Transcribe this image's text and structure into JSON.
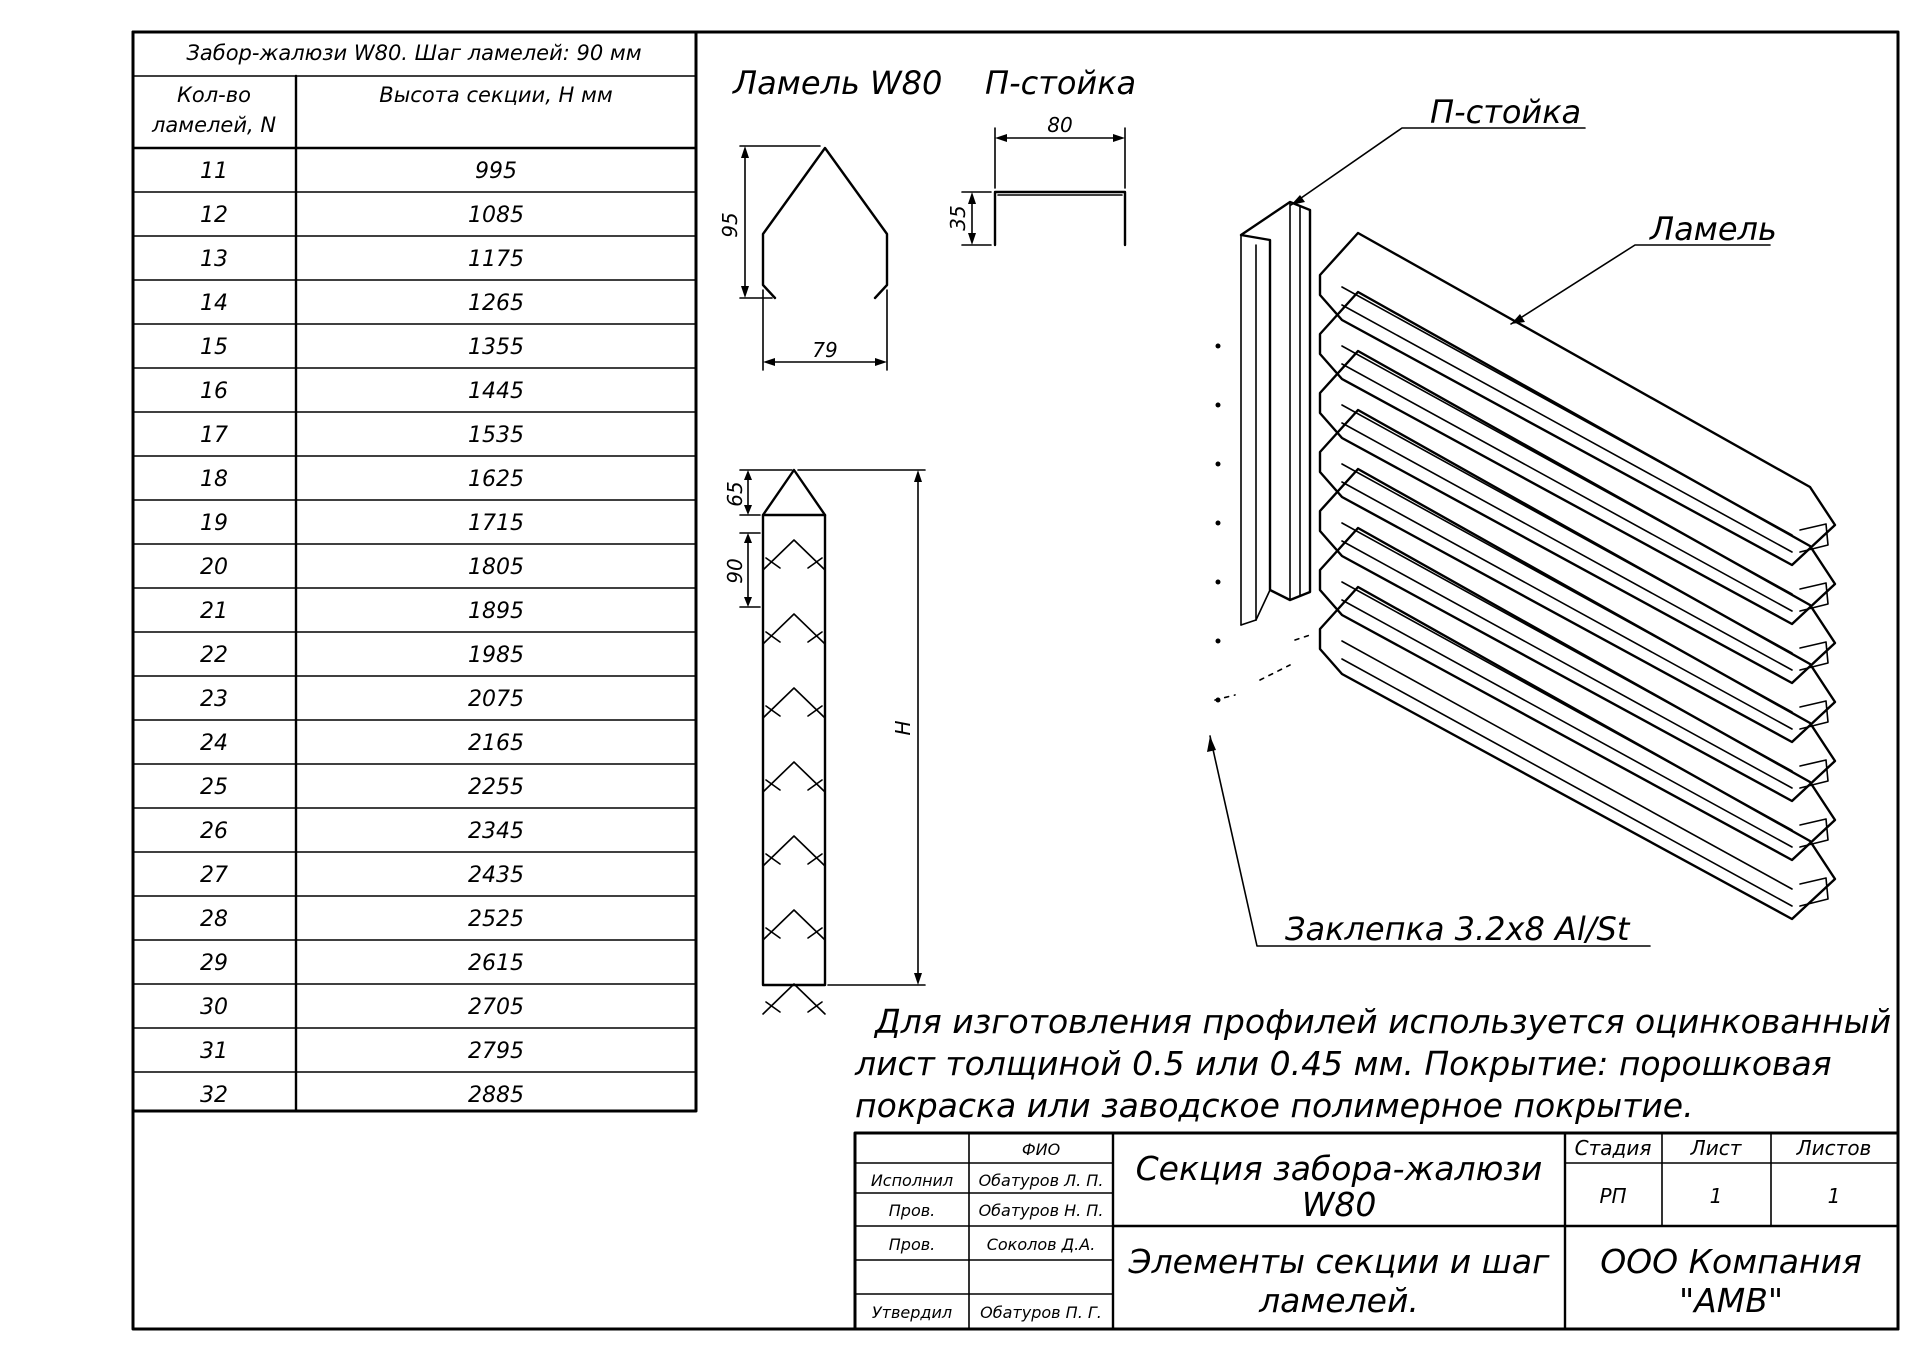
{
  "table": {
    "title": "Забор-жалюзи W80. Шаг ламелей: 90 мм",
    "col_count": "Кол-во",
    "col_count2": "ламелей, N",
    "col_height": "Высота секции, Н мм",
    "rows": [
      {
        "n": "11",
        "h": "995"
      },
      {
        "n": "12",
        "h": "1085"
      },
      {
        "n": "13",
        "h": "1175"
      },
      {
        "n": "14",
        "h": "1265"
      },
      {
        "n": "15",
        "h": "1355"
      },
      {
        "n": "16",
        "h": "1445"
      },
      {
        "n": "17",
        "h": "1535"
      },
      {
        "n": "18",
        "h": "1625"
      },
      {
        "n": "19",
        "h": "1715"
      },
      {
        "n": "20",
        "h": "1805"
      },
      {
        "n": "21",
        "h": "1895"
      },
      {
        "n": "22",
        "h": "1985"
      },
      {
        "n": "23",
        "h": "2075"
      },
      {
        "n": "24",
        "h": "2165"
      },
      {
        "n": "25",
        "h": "2255"
      },
      {
        "n": "26",
        "h": "2345"
      },
      {
        "n": "27",
        "h": "2435"
      },
      {
        "n": "28",
        "h": "2525"
      },
      {
        "n": "29",
        "h": "2615"
      },
      {
        "n": "30",
        "h": "2705"
      },
      {
        "n": "31",
        "h": "2795"
      },
      {
        "n": "32",
        "h": "2885"
      }
    ]
  },
  "profiles": {
    "lamel_title": "Ламель W80",
    "post_title": "П-стойка",
    "dim_95": "95",
    "dim_79": "79",
    "dim_80": "80",
    "dim_35": "35",
    "dim_65": "65",
    "dim_90": "90",
    "dim_H": "H"
  },
  "iso": {
    "post_label": "П-стойка",
    "lamel_label": "Ламель",
    "rivet_label": "Заклепка 3.2x8 Al/St"
  },
  "note": {
    "line1": "Для изготовления профилей используется оцинкованный",
    "line2": "лист толщиной 0.5 или 0.45 мм. Покрытие: порошковая",
    "line3": "покраска или заводское полимерное покрытие."
  },
  "stamp": {
    "fio": "ФИО",
    "role1": "Исполнил",
    "name1": "Обатуров Л. П.",
    "role2": "Пров.",
    "name2": "Обатуров Н. П.",
    "role3": "Пров.",
    "name3": "Соколов Д.А.",
    "role5": "Утвердил",
    "name5": "Обатуров П. Г.",
    "title1": "Секция забора-жалюзи",
    "title2": "W80",
    "subtitle1": "Элементы секции и шаг",
    "subtitle2": "ламелей.",
    "stage_h": "Стадия",
    "sheet_h": "Лист",
    "sheets_h": "Листов",
    "stage_v": "РП",
    "sheet_v": "1",
    "sheets_v": "1",
    "company1": "ООО Компания",
    "company2": "\"АМВ\""
  }
}
